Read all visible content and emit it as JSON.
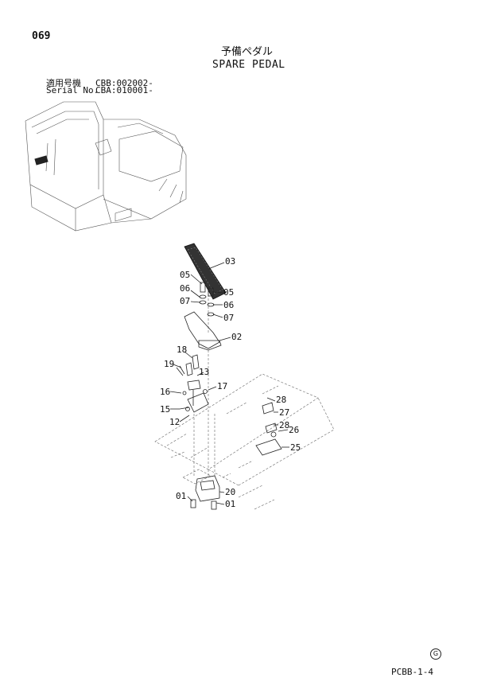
{
  "page": {
    "number": "069",
    "code": "PCBB-1-4",
    "mark": "G"
  },
  "title": {
    "japanese": "予備ペダル",
    "english": "SPARE PEDAL"
  },
  "serials": [
    {
      "label": "適用号機",
      "value": "CBB:002002-"
    },
    {
      "label": "Serial No.",
      "value": "CBA:010001-"
    }
  ],
  "parts": {
    "p03": "03",
    "p05a": "05",
    "p05b": "05",
    "p06a": "06",
    "p06b": "06",
    "p07a": "07",
    "p07b": "07",
    "p02": "02",
    "p18": "18",
    "p19": "19",
    "p13": "13",
    "p17": "17",
    "p16": "16",
    "p15": "15",
    "p12": "12",
    "p28a": "28",
    "p27": "27",
    "p28b": "28",
    "p26": "26",
    "p25": "25",
    "p20": "20",
    "p01a": "01",
    "p01b": "01"
  }
}
